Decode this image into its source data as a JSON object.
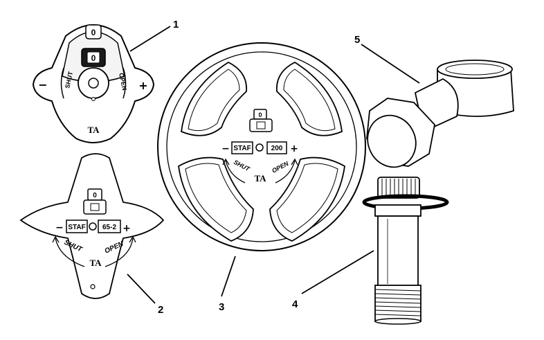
{
  "callouts": [
    {
      "number": "1"
    },
    {
      "number": "2"
    },
    {
      "number": "3"
    },
    {
      "number": "4"
    },
    {
      "number": "5"
    }
  ],
  "part1": {
    "minus": "−",
    "plus": "+",
    "shut": "SHUT",
    "open": "OPEN",
    "logo": "TA",
    "indicator_top": "0",
    "indicator_main": "0"
  },
  "part2": {
    "minus": "−",
    "plus": "+",
    "left_label": "STAF",
    "right_label": "65-2",
    "shut": "SHUT",
    "open": "OPEN",
    "logo": "TA",
    "indicator": "0"
  },
  "part3": {
    "minus": "−",
    "plus": "+",
    "left_label": "STAF",
    "right_label": "200",
    "shut": "SHUT",
    "open": "OPEN",
    "logo": "TA",
    "indicator": "0"
  },
  "colors": {
    "line": "#000000",
    "background": "#ffffff",
    "shade": "#e6e6e6",
    "dark": "#1a1a1a"
  }
}
